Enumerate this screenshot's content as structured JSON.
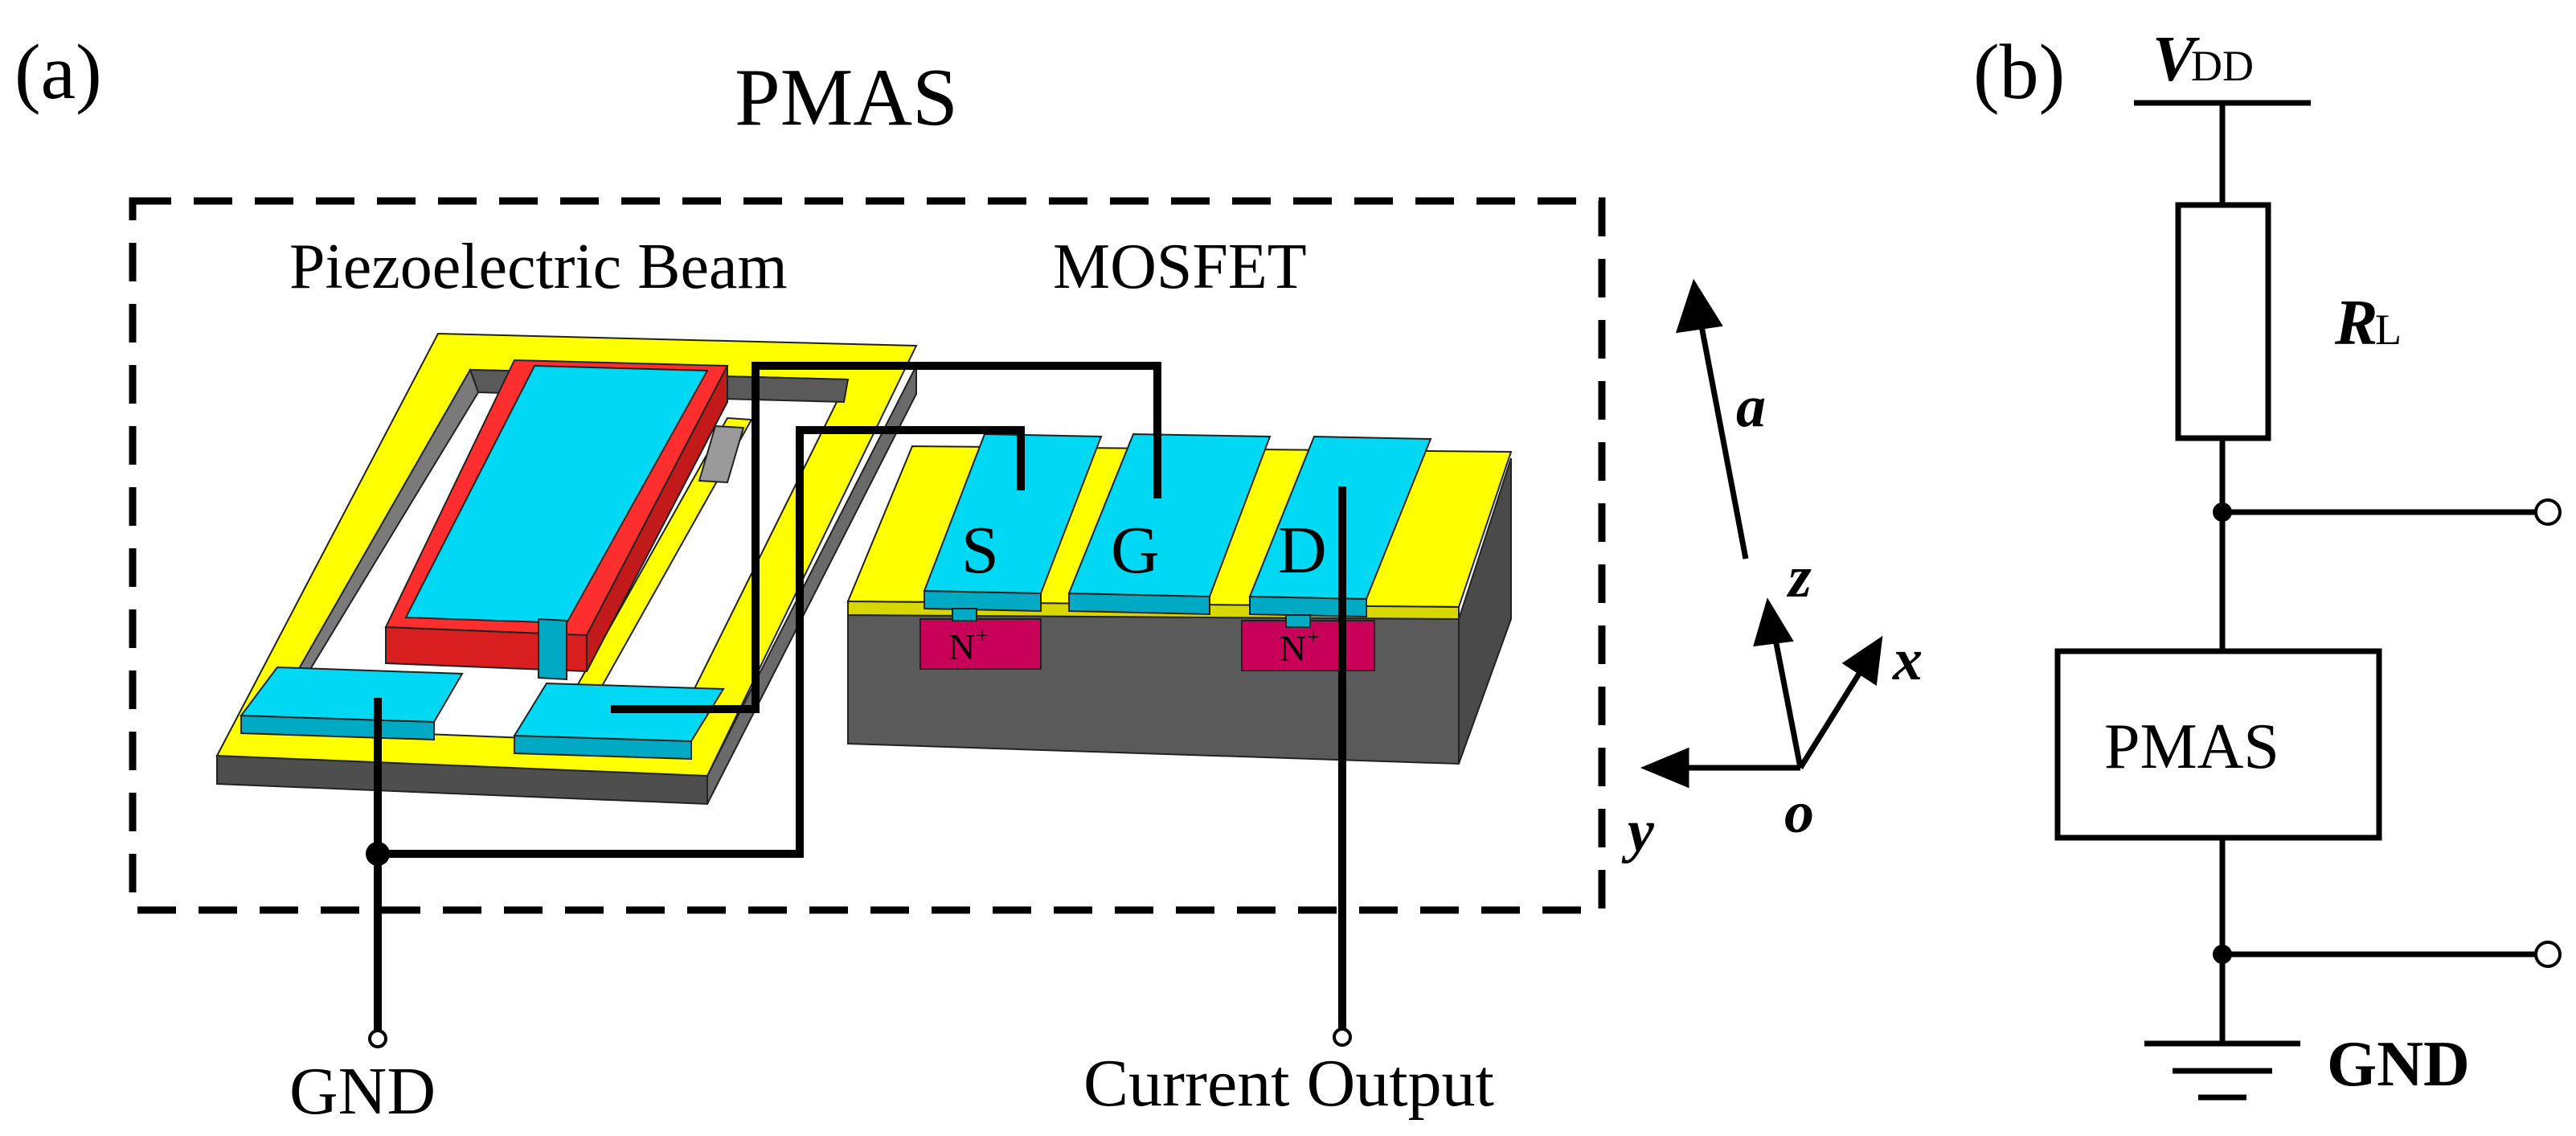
{
  "panel_a": {
    "label": "(a)",
    "title": "PMAS",
    "beam_label": "Piezoelectric Beam",
    "mosfet_label": "MOSFET",
    "source_label": "S",
    "gate_label": "G",
    "drain_label": "D",
    "doping_left": "N",
    "doping_right": "N",
    "doping_sup": "+",
    "gnd_label": "GND",
    "output_label": "Current Output",
    "accel_label": "a",
    "axis_x": "x",
    "axis_y": "y",
    "axis_z": "z",
    "axis_o": "o"
  },
  "panel_b": {
    "label": "(b)",
    "vdd_main": "V",
    "vdd_sub": "DD",
    "rl_main": "R",
    "rl_sub": "L",
    "box_label": "PMAS",
    "gnd_label": "GND"
  },
  "colors": {
    "yellow_frame": "#ffff00",
    "cyan_electrode": "#00d8f4",
    "red_piezo": "#ff2e2e",
    "gray_substrate": "#5a5a5a",
    "doping": "#c8005a"
  }
}
